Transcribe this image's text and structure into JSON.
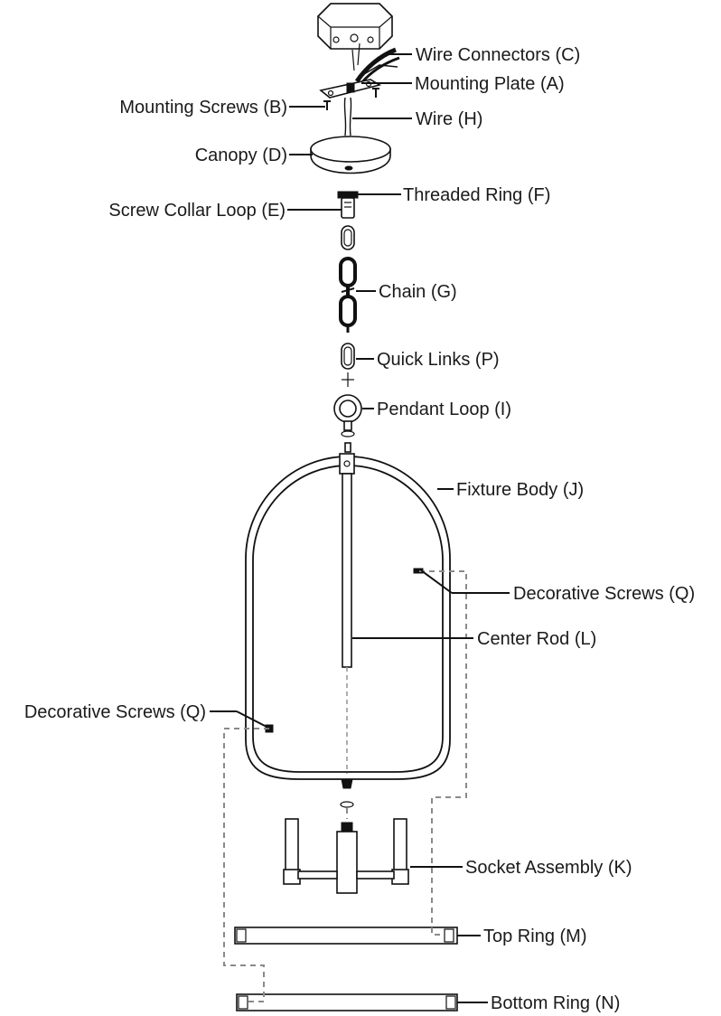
{
  "labels": {
    "wire_connectors": "Wire Connectors (C)",
    "mounting_plate": "Mounting Plate (A)",
    "mounting_screws": "Mounting Screws (B)",
    "wire": "Wire (H)",
    "canopy": "Canopy (D)",
    "threaded_ring": "Threaded Ring (F)",
    "screw_collar_loop": "Screw Collar Loop (E)",
    "chain": "Chain (G)",
    "quick_links": "Quick Links (P)",
    "pendant_loop": "Pendant Loop (I)",
    "fixture_body": "Fixture Body (J)",
    "decorative_screws_right": "Decorative Screws (Q)",
    "center_rod": "Center Rod (L)",
    "decorative_screws_left": "Decorative Screws (Q)",
    "socket_assembly": "Socket Assembly (K)",
    "top_ring": "Top Ring (M)",
    "bottom_ring": "Bottom Ring (N)"
  }
}
